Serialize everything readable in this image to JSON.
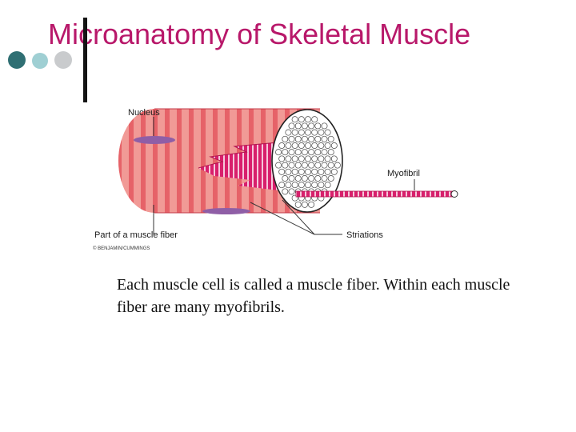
{
  "slide": {
    "title": "Microanatomy of Skeletal Muscle",
    "caption": "Each muscle cell is called a muscle fiber.  Within each muscle fiber are many myofibrils."
  },
  "diagram": {
    "labels": {
      "nucleus": "Nucleus",
      "myofibril": "Myofibril",
      "striations": "Striations",
      "fiber": "Part of a muscle fiber",
      "credit": "© BENJAMIN/CUMMINGS"
    }
  },
  "colors": {
    "title": "#b8186a",
    "fiber_pink": "#f19a96",
    "stripe_red": "#e24f58",
    "myofibril_magenta": "#d81f6c",
    "nucleus_purple": "#8f5ea6"
  }
}
